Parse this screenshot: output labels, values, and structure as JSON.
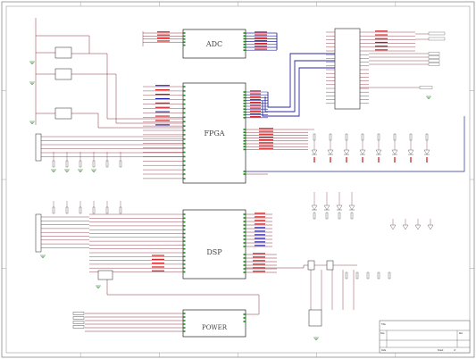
{
  "sheet": {
    "background": "#ffffff",
    "border_color": "#8a8a8a",
    "wire_color": "#7a1a2a",
    "bus_color": "#2a2aa0",
    "label_red": "#d01010",
    "label_blue": "#1a1ab0",
    "label_green": "#1a7a1a",
    "block_border": "#222222",
    "pin_fill": "#1a8a1a",
    "block_fill": "#ffffff"
  },
  "blocks": {
    "adc": {
      "title": "ADC"
    },
    "fpga": {
      "title": "FPGA"
    },
    "dsp": {
      "title": "DSP"
    },
    "power": {
      "title": "POWER"
    }
  },
  "title_block": {
    "field_title": "Title",
    "field_size": "Size",
    "field_date": "Date",
    "field_rev": "Rev",
    "field_sheet": "Sheet",
    "field_of": "of"
  }
}
